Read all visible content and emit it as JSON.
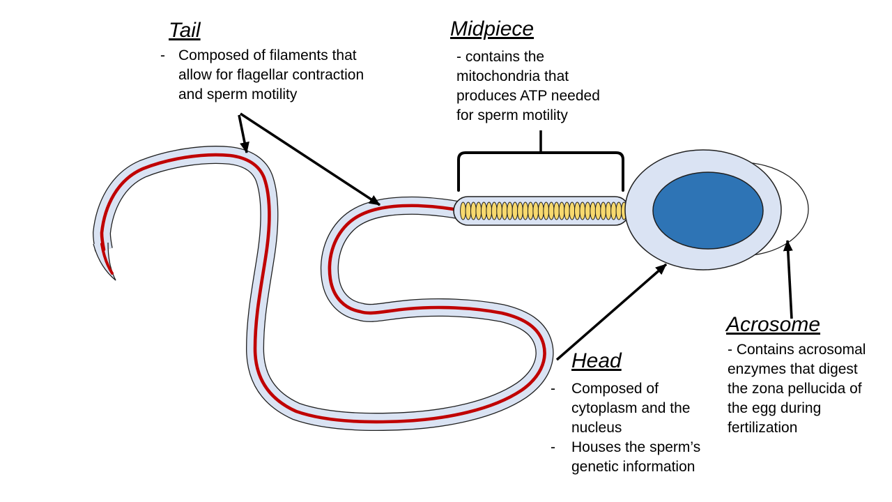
{
  "labels": {
    "tail": {
      "title": "Tail",
      "bullets": [
        "Composed of filaments that allow for flagellar contraction and sperm motility"
      ]
    },
    "midpiece": {
      "title": "Midpiece",
      "text": "- contains the mitochondria that produces ATP needed for sperm motility"
    },
    "head": {
      "title": "Head",
      "bullets": [
        "Composed of cytoplasm and the nucleus",
        "Houses the sperm’s genetic information"
      ]
    },
    "acrosome": {
      "title": "Acrosome",
      "text": "- Contains acrosomal enzymes that digest the zona pellucida of the egg during fertilization"
    }
  },
  "ui": {
    "bullet_dash": "-"
  },
  "figure": {
    "mitochondria_count": 32,
    "colors": {
      "cell_fill": "#dae3f3",
      "outline": "#1f1f1f",
      "flagellum_core": "#c00000",
      "nucleus": "#2e74b5",
      "mitochondria_fill": "#f7d96e",
      "acrosome_fill": "#ffffff",
      "annotation": "#000000"
    }
  }
}
